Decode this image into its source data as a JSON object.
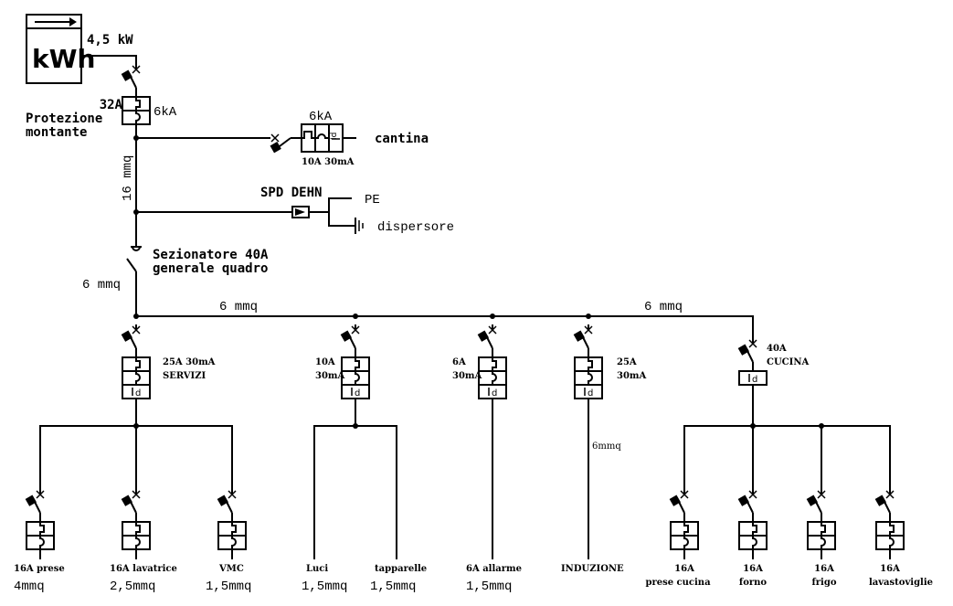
{
  "meter": {
    "label": "kWh",
    "power": "4,5 kW"
  },
  "main_breaker": {
    "rating": "32A",
    "name_line1": "Protezione",
    "name_line2": "montante",
    "breaking_capacity": "6kA"
  },
  "riser_cable": "16 mmq",
  "cantina": {
    "breaking_capacity": "6kA",
    "rating": "10A 30mA",
    "name": "cantina"
  },
  "spd": {
    "label": "SPD DEHN",
    "pe": "PE",
    "ground": "dispersore"
  },
  "disconnector": {
    "line1": "Sezionatore 40A",
    "line2": "generale quadro",
    "cable": "6 mmq"
  },
  "busbar": {
    "cable_left": "6 mmq",
    "cable_right": "6 mmq"
  },
  "groups": [
    {
      "id": "servizi",
      "rating_line1": "25A 30mA",
      "rating_line2": "SERVIZI",
      "circuits": [
        {
          "label": "16A prese",
          "cable": "4mmq"
        },
        {
          "label": "16A lavatrice",
          "cable": "2,5mmq"
        },
        {
          "label": "VMC",
          "cable": "1,5mmq"
        }
      ]
    },
    {
      "id": "luci",
      "rating_line1": "10A",
      "rating_line2": "30mA",
      "circuits": [
        {
          "label": "Luci",
          "cable": "1,5mmq"
        },
        {
          "label": "tapparelle",
          "cable": "1,5mmq"
        }
      ]
    },
    {
      "id": "allarme",
      "rating_line1": "6A",
      "rating_line2": "30mA",
      "circuits": [
        {
          "label": "6A allarme",
          "cable": "1,5mmq"
        }
      ]
    },
    {
      "id": "induzione",
      "rating_line1": "25A",
      "rating_line2": "30mA",
      "feeder_cable": "6mmq",
      "circuits": [
        {
          "label": "INDUZIONE",
          "cable": ""
        }
      ]
    },
    {
      "id": "cucina",
      "rating_line1": "40A",
      "rating_line2": "CUCINA",
      "circuits": [
        {
          "label_line1": "16A",
          "label_line2": "prese cucina"
        },
        {
          "label_line1": "16A",
          "label_line2": "forno"
        },
        {
          "label_line1": "16A",
          "label_line2": "frigo"
        },
        {
          "label_line1": "16A",
          "label_line2": "lavastoviglie"
        }
      ]
    }
  ],
  "symbols": {
    "rcd_mark": "Id"
  }
}
